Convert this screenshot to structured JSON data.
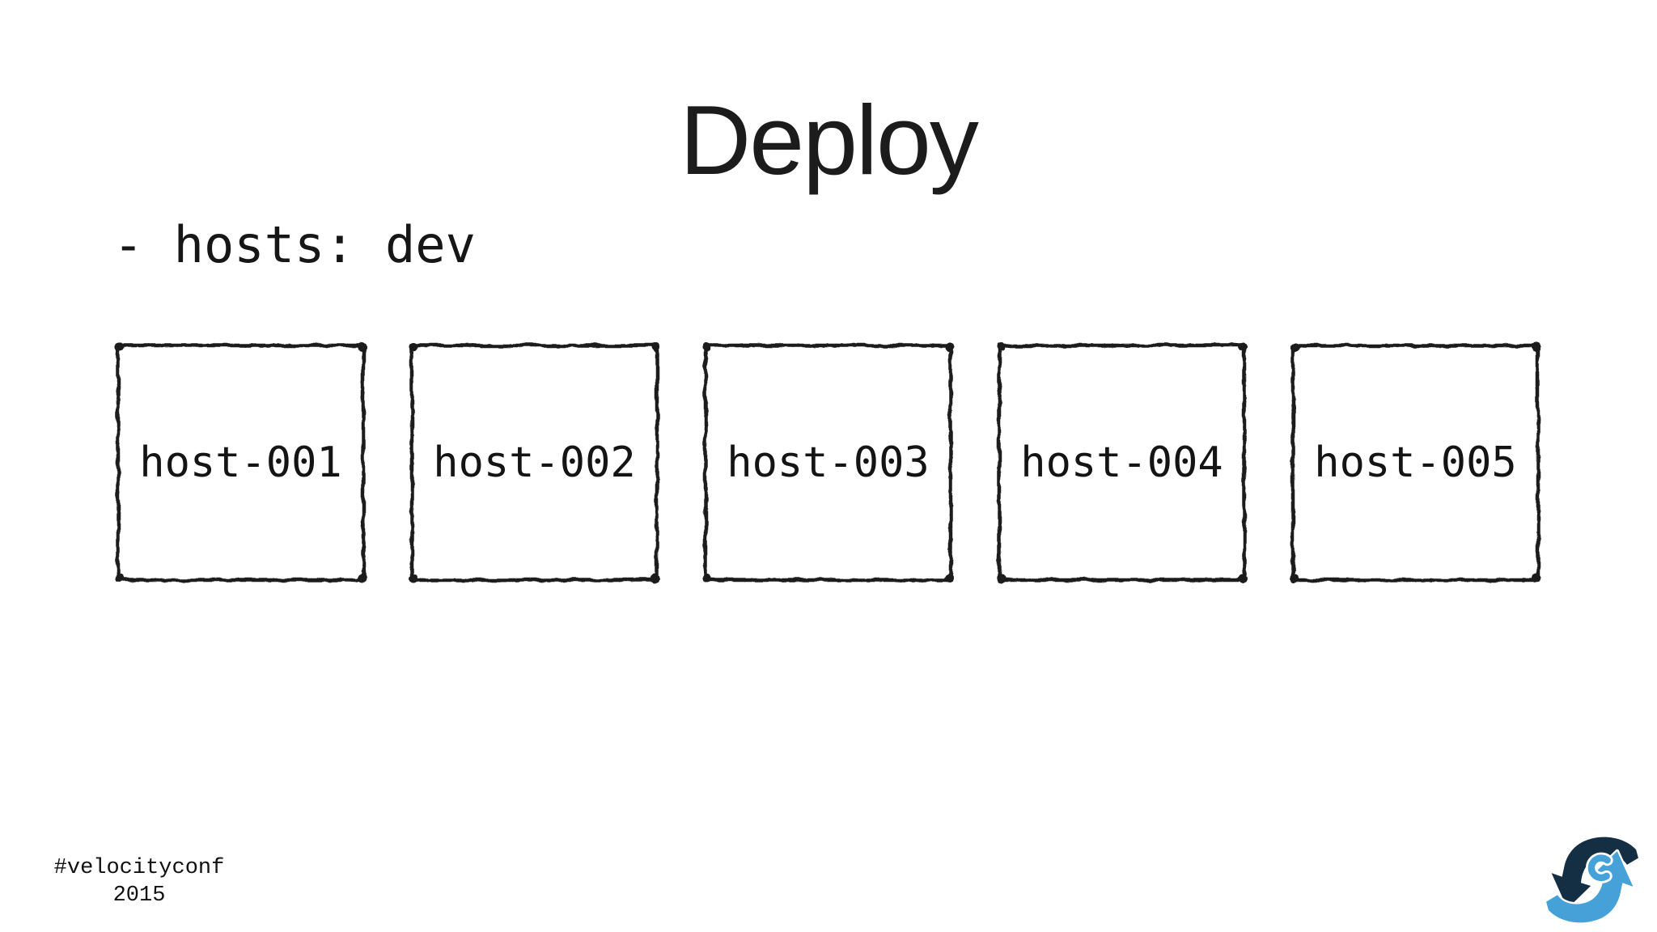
{
  "slide": {
    "title": "Deploy",
    "code_line": "- hosts: dev",
    "footer": {
      "line1": "#velocityconf",
      "line2": "2015"
    }
  },
  "hosts": {
    "items": [
      {
        "label": "host-001"
      },
      {
        "label": "host-002"
      },
      {
        "label": "host-003"
      },
      {
        "label": "host-004"
      },
      {
        "label": "host-005"
      }
    ]
  },
  "logo": {
    "name": "sync-arrows-icon",
    "colors": {
      "dark": "#142e44",
      "light": "#45a1d8",
      "gap": "#ffffff"
    }
  },
  "colors": {
    "background": "#ffffff",
    "text": "#1a1a1a",
    "box_stroke": "#1a1a1a"
  }
}
